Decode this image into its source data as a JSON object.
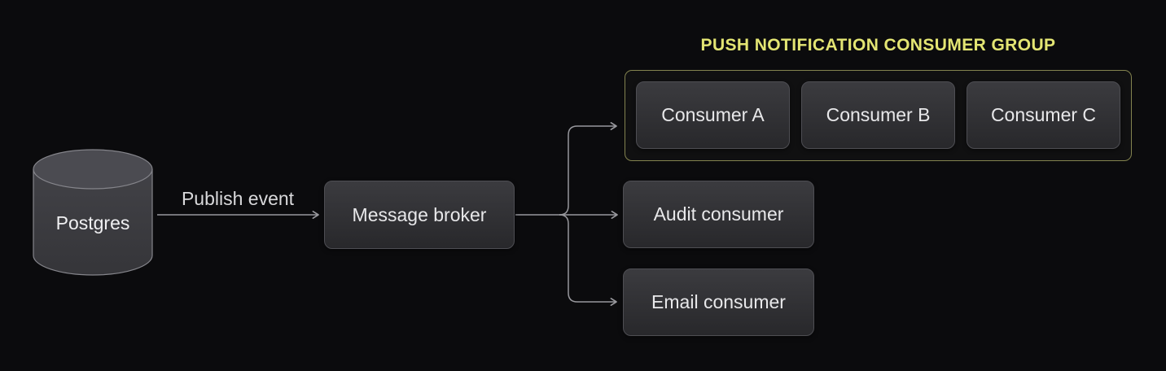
{
  "diagram": {
    "colors": {
      "background": "#0b0b0d",
      "line": "#98989d",
      "accent": "#e3e573",
      "group_border": "#83834f",
      "node_text": "#e8e8ea"
    },
    "nodes": {
      "postgres": {
        "label": "Postgres",
        "shape": "database-cylinder"
      },
      "message_broker": {
        "label": "Message broker"
      },
      "audit_consumer": {
        "label": "Audit consumer"
      },
      "email_consumer": {
        "label": "Email consumer"
      }
    },
    "consumer_group": {
      "title": "PUSH NOTIFICATION CONSUMER GROUP",
      "members": [
        {
          "label": "Consumer A"
        },
        {
          "label": "Consumer B"
        },
        {
          "label": "Consumer C"
        }
      ]
    },
    "edges": [
      {
        "from": "postgres",
        "to": "message_broker",
        "label": "Publish event"
      },
      {
        "from": "message_broker",
        "to": "consumer_group",
        "label": ""
      },
      {
        "from": "message_broker",
        "to": "audit_consumer",
        "label": ""
      },
      {
        "from": "message_broker",
        "to": "email_consumer",
        "label": ""
      }
    ]
  }
}
